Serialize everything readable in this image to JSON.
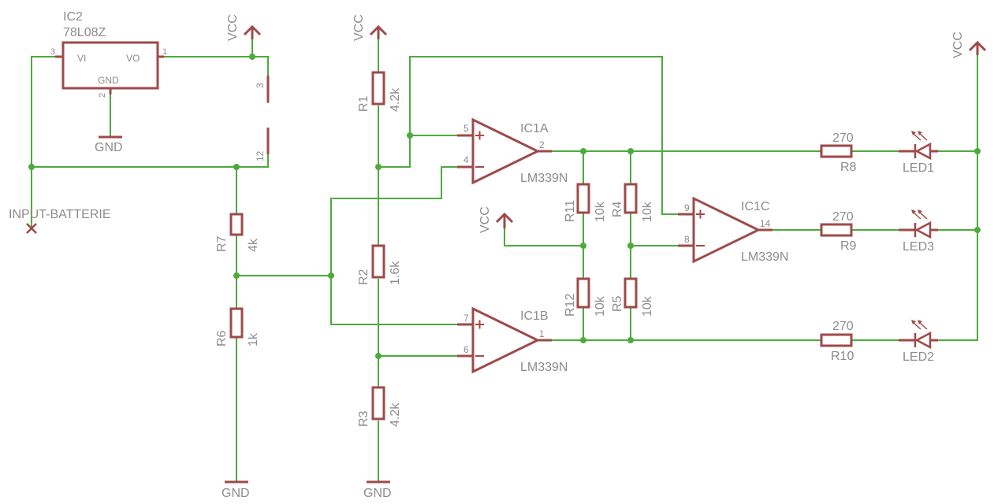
{
  "regulator": {
    "name": "IC2",
    "value": "78L08Z",
    "vi": "VI",
    "vo": "VO",
    "gnd": "GND",
    "pin_vi": "3",
    "pin_vo": "1",
    "pin_gnd": "2"
  },
  "power": {
    "vcc": "VCC",
    "gnd": "GND"
  },
  "input": {
    "label": "INPUT-BATTERIE"
  },
  "supply_pins": {
    "p3": "3",
    "p12": "12"
  },
  "opamps": {
    "a": {
      "name": "IC1A",
      "value": "LM339N",
      "pin_plus": "5",
      "pin_minus": "4",
      "pin_out": "2"
    },
    "b": {
      "name": "IC1B",
      "value": "LM339N",
      "pin_plus": "7",
      "pin_minus": "6",
      "pin_out": "1"
    },
    "c": {
      "name": "IC1C",
      "value": "LM339N",
      "pin_plus": "9",
      "pin_minus": "8",
      "pin_out": "14"
    }
  },
  "resistors": {
    "r1": {
      "name": "R1",
      "value": "4.2k"
    },
    "r2": {
      "name": "R2",
      "value": "1.6k"
    },
    "r3": {
      "name": "R3",
      "value": "4.2k"
    },
    "r4": {
      "name": "R4",
      "value": "10k"
    },
    "r5": {
      "name": "R5",
      "value": "10k"
    },
    "r6": {
      "name": "R6",
      "value": "1k"
    },
    "r7": {
      "name": "R7",
      "value": "4k"
    },
    "r8": {
      "name": "R8",
      "value": "270"
    },
    "r9": {
      "name": "R9",
      "value": "270"
    },
    "r10": {
      "name": "R10",
      "value": "270"
    },
    "r11": {
      "name": "R11",
      "value": "10k"
    },
    "r12": {
      "name": "R12",
      "value": "10k"
    }
  },
  "leds": {
    "led1": "LED1",
    "led2": "LED2",
    "led3": "LED3"
  },
  "colors": {
    "wire": "#4daa3d",
    "symbol": "#9e4a4a",
    "text": "#8c8c8c"
  }
}
